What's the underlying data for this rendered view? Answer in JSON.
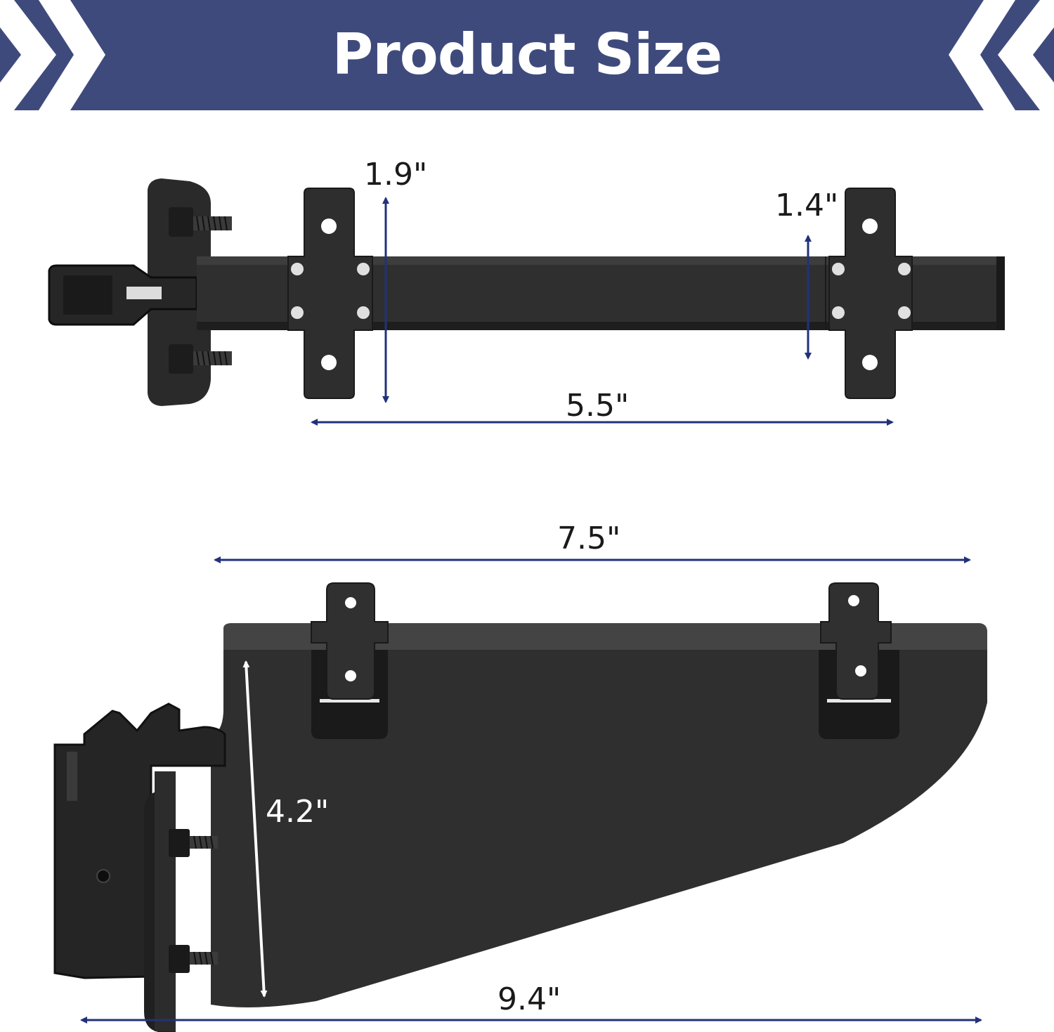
{
  "header": {
    "title": "Product Size",
    "colors": {
      "banner": "#3f4a7c",
      "chevron": "#ffffff",
      "arrow": "#22317a",
      "metal": "#2b2b2b"
    }
  },
  "top_view": {
    "bracket_height": "1.9\"",
    "tube_height": "1.4\"",
    "plate_spacing": "5.5\""
  },
  "side_view": {
    "top_length": "7.5\"",
    "height": "4.2\"",
    "overall_length": "9.4\""
  }
}
